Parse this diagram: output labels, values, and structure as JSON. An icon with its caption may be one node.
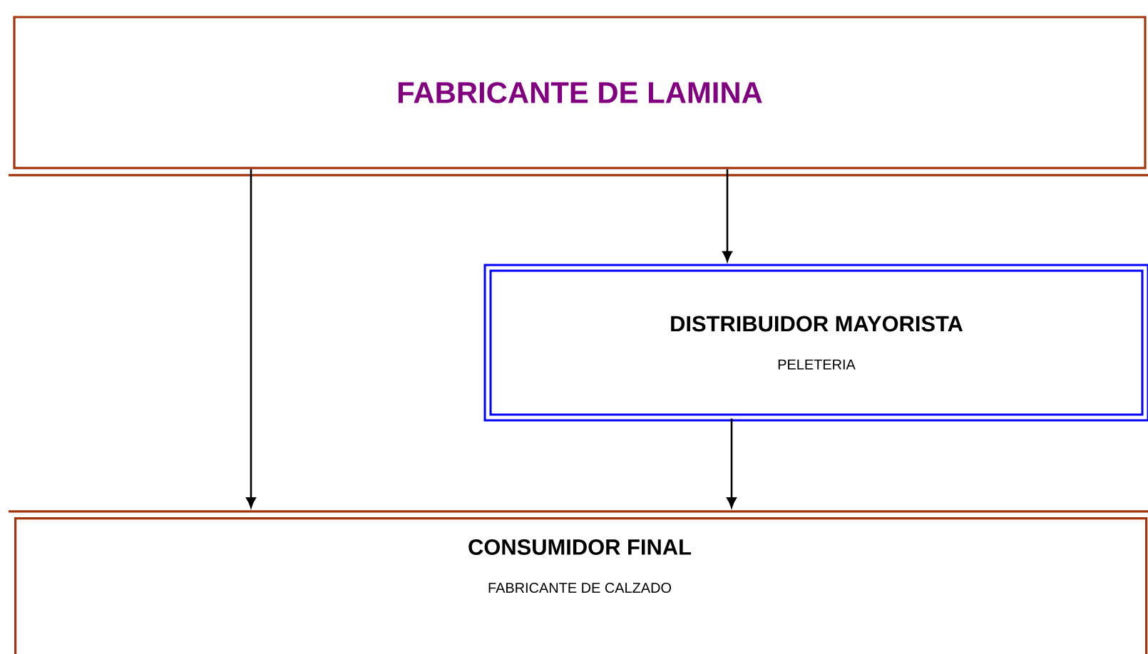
{
  "diagram": {
    "nodes": [
      {
        "text": [
          "FABRICANTE DE LAMINA"
        ]
      },
      {
        "text": [
          "DISTRIBUIDOR MAYORISTA",
          "PELETERIA"
        ]
      },
      {
        "text": [
          "CONSUMIDOR FINAL",
          "FABRICANTE DE CALZADO"
        ]
      }
    ],
    "edges": [
      {
        "from": 0,
        "to": 2,
        "arrow": "to"
      },
      {
        "from": 0,
        "to": 1,
        "arrow": "to"
      },
      {
        "from": 1,
        "to": 2,
        "arrow": "to"
      }
    ]
  }
}
